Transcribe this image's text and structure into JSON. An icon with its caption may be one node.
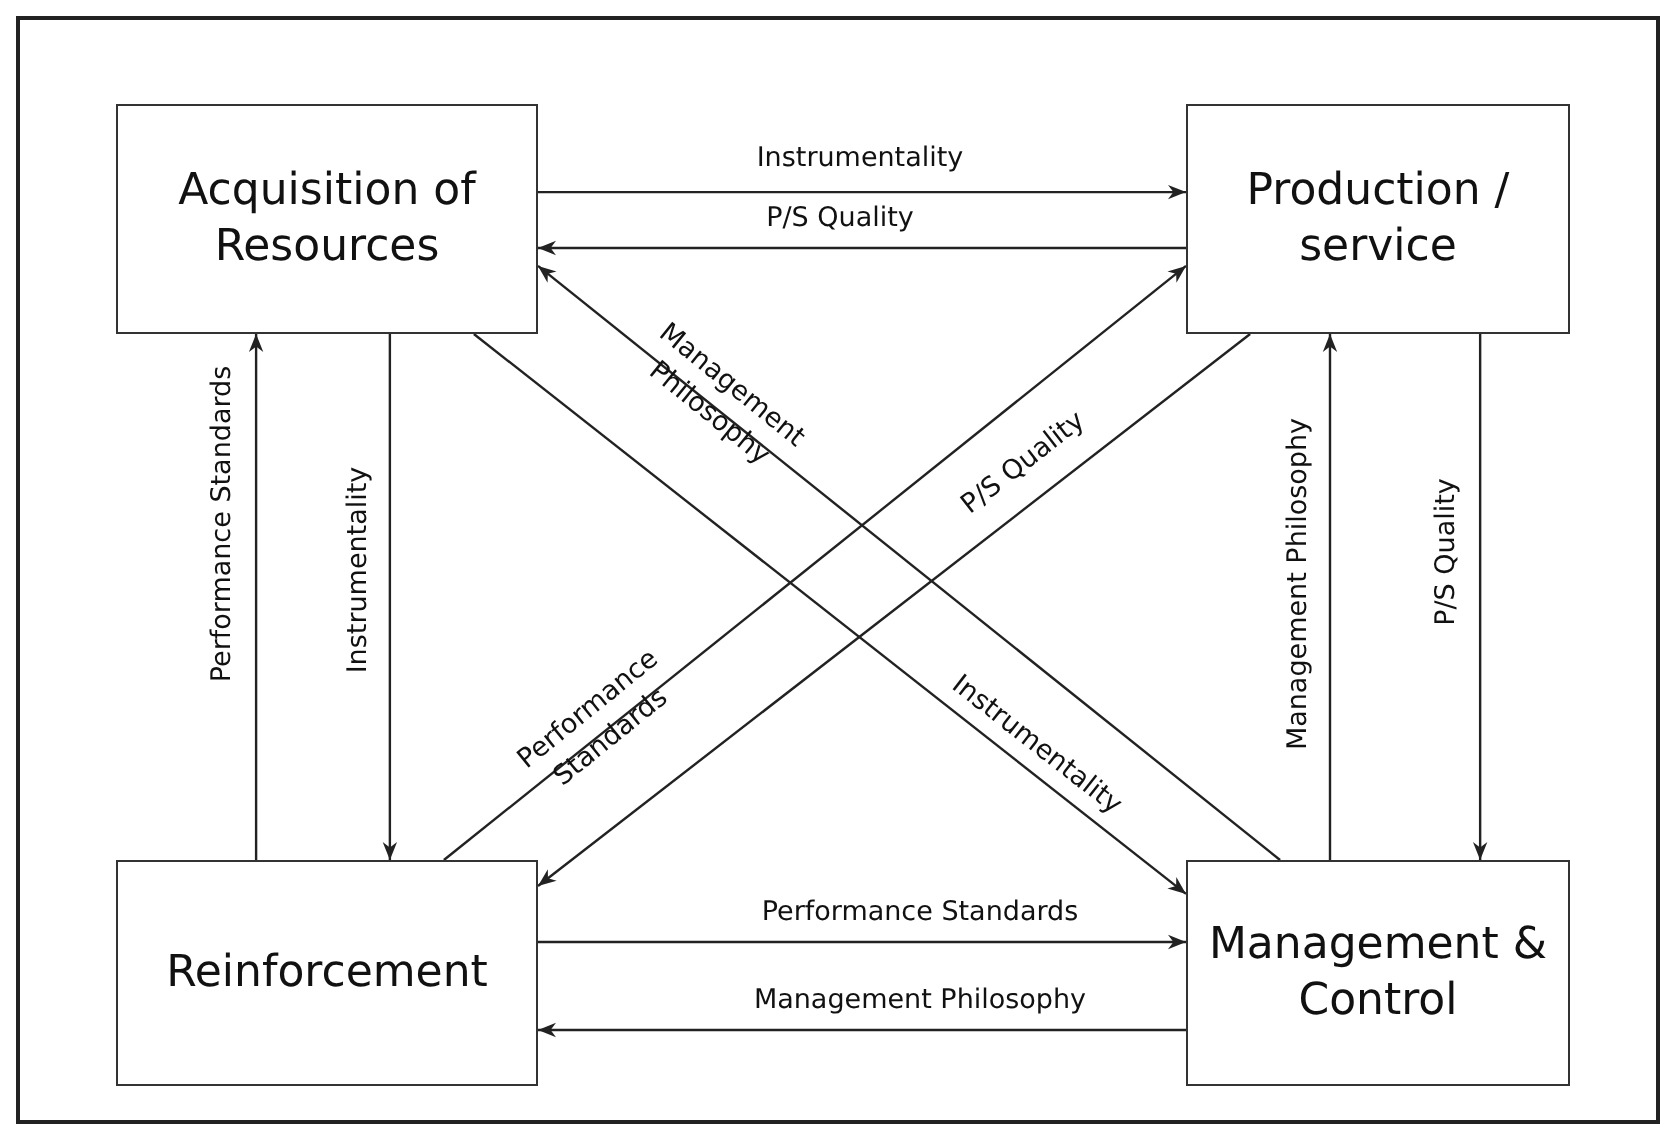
{
  "diagram": {
    "nodes": [
      {
        "text": [
          "Acquisition of Resources"
        ]
      },
      {
        "text": [
          "Production / service"
        ]
      },
      {
        "text": [
          "Reinforcement"
        ]
      },
      {
        "text": [
          "Management & Control"
        ]
      }
    ],
    "edges": [
      {
        "from": 0,
        "to": 1,
        "arrow": "to",
        "label": "Instrumentality"
      },
      {
        "from": 1,
        "to": 0,
        "arrow": "to",
        "label": "P/S Quality"
      },
      {
        "from": 2,
        "to": 0,
        "arrow": "to",
        "label": "Performance Standards"
      },
      {
        "from": 0,
        "to": 2,
        "arrow": "to",
        "label": "Instrumentality"
      },
      {
        "from": 0,
        "to": 3,
        "arrow": "to",
        "label": "Instrumentality"
      },
      {
        "from": 3,
        "to": 0,
        "arrow": "to",
        "label": "Management Philosophy"
      },
      {
        "from": 2,
        "to": 1,
        "arrow": "to",
        "label": "Performance Standards"
      },
      {
        "from": 1,
        "to": 2,
        "arrow": "to",
        "label": "P/S Quality"
      },
      {
        "from": 3,
        "to": 1,
        "arrow": "to",
        "label": "Management Philosophy"
      },
      {
        "from": 1,
        "to": 3,
        "arrow": "to",
        "label": "P/S Quality"
      },
      {
        "from": 2,
        "to": 3,
        "arrow": "to",
        "label": "Performance Standards"
      },
      {
        "from": 3,
        "to": 2,
        "arrow": "to",
        "label": "Management Philosophy"
      }
    ]
  }
}
